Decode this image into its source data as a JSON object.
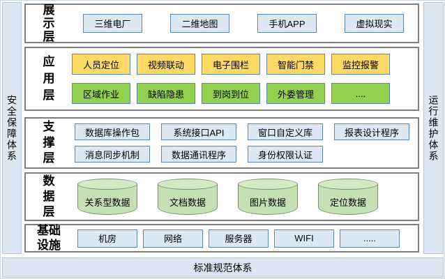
{
  "frame": {
    "left_pillar": "安全保障体系",
    "right_pillar": "运行维护体系",
    "bottom_bar": "标准规范体系"
  },
  "colors": {
    "box_blue_fill": "#dce9f5",
    "box_border_blue": "#5b86ad",
    "box_yellow_fill": "#ffd965",
    "box_green_fill": "#92d050",
    "cylinder_fill": "#c5e0b3",
    "cylinder_top_fill": "#d4e9c5",
    "pillar_fill": "#dce6f2",
    "layer_border": "#7f7f7f"
  },
  "layers": [
    {
      "id": "presentation",
      "label": "展示层",
      "label_lines": [
        "展",
        "示",
        "层"
      ],
      "rows": [
        {
          "style": "blue",
          "items": [
            "三维电厂",
            "二维地图",
            "手机APP",
            "虚拟现实"
          ]
        }
      ]
    },
    {
      "id": "application",
      "label": "应用层",
      "label_lines": [
        "应",
        "用",
        "层"
      ],
      "rows": [
        {
          "style": "yellow",
          "items": [
            "人员定位",
            "视频联动",
            "电子围栏",
            "智能门禁",
            "监控报警"
          ]
        },
        {
          "style": "green",
          "items": [
            "区域作业",
            "缺陷隐患",
            "到岗到位",
            "外委管理",
            "...."
          ]
        }
      ]
    },
    {
      "id": "support",
      "label": "支撑层",
      "label_lines": [
        "支",
        "撑",
        "层"
      ],
      "rows": [
        {
          "style": "blue",
          "items": [
            "数据库操作包",
            "系统接口API",
            "窗口自定义库",
            "报表设计程序"
          ]
        },
        {
          "style": "blue",
          "items": [
            "消息同步机制",
            "数据通讯程序",
            "身份权限认证"
          ]
        }
      ]
    },
    {
      "id": "data",
      "label": "数据层",
      "label_lines": [
        "数",
        "据",
        "层"
      ],
      "cylinders": [
        "关系型数据",
        "文档数据",
        "图片数据",
        "定位数据"
      ]
    },
    {
      "id": "infrastructure",
      "label": "基础设施",
      "label_lines": [
        "基础",
        "设施"
      ],
      "rows": [
        {
          "style": "blue",
          "items": [
            "机房",
            "网络",
            "服务器",
            "WIFI",
            "....."
          ]
        }
      ]
    }
  ]
}
